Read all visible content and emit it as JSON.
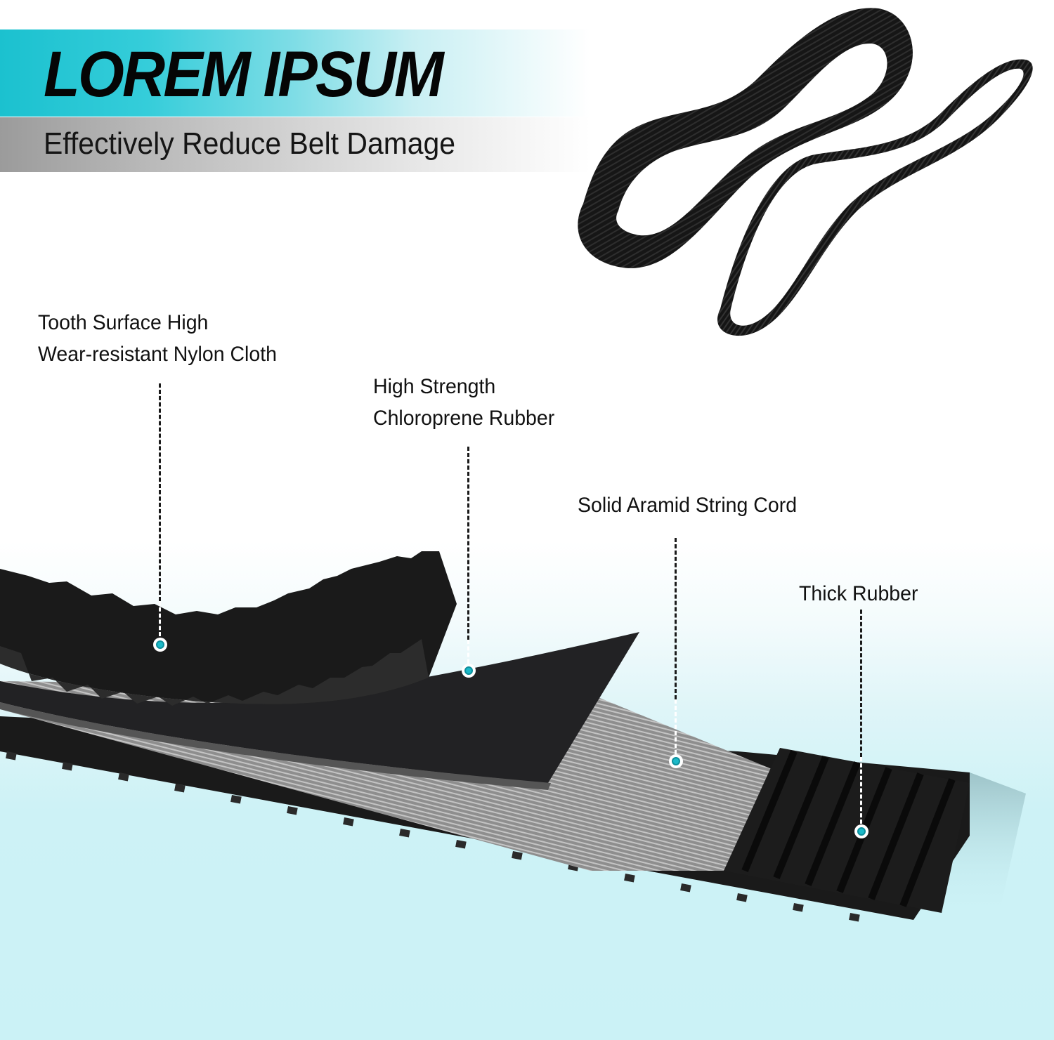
{
  "header": {
    "title": "LOREM IPSUM",
    "subtitle": "Effectively Reduce Belt Damage",
    "accent_color": "#1bc1cf",
    "subtitle_band_color": "#9b9b9b"
  },
  "product_image": {
    "description": "Two black toothed drive belts in figure-eight shape",
    "items": [
      "wide-toothed-belt",
      "narrow-cogged-v-belt"
    ]
  },
  "callouts": [
    {
      "id": "tooth-surface",
      "lines": [
        "Tooth Surface High",
        "Wear-resistant Nylon Cloth"
      ]
    },
    {
      "id": "chloroprene",
      "lines": [
        "High Strength",
        "Chloroprene Rubber"
      ]
    },
    {
      "id": "aramid",
      "lines": [
        "Solid Aramid String Cord"
      ]
    },
    {
      "id": "thick-rubber",
      "lines": [
        "Thick Rubber"
      ]
    }
  ],
  "colors": {
    "callout_dot": "#1bb9c8",
    "background_bottom": "#cbf2f6",
    "belt_black": "#1c1c1e",
    "cord_gray": "#9a9a9a"
  }
}
